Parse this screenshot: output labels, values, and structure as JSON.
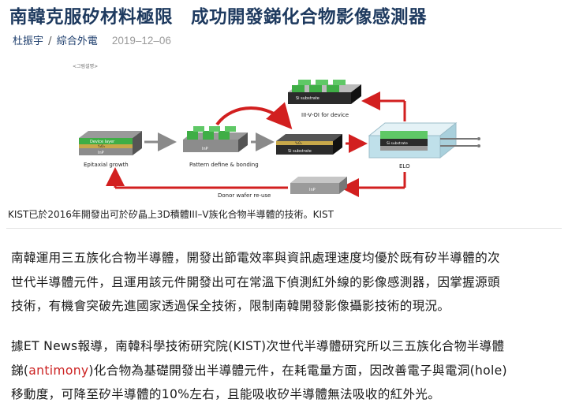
{
  "article": {
    "title": "南韓克服矽材料極限　成功開發銻化合物影像感測器",
    "author": "杜振宇",
    "separator": "/",
    "category": "綜合外電",
    "date": "2019–12–06"
  },
  "figure": {
    "tag": "<그림설명>",
    "layer_labels": {
      "device_layer": "Device layer",
      "y2o3": "Y₂O₃",
      "inp": "InP",
      "si_substrate": "Si substrate"
    },
    "step_labels": {
      "epitaxial": "Epitaxial growth",
      "pattern": "Pattern define & bonding",
      "elo": "ELO",
      "reuse": "Donor wafer re-use",
      "oi": "III-V-OI for device"
    },
    "colors": {
      "device_green": "#3fae46",
      "inp_gray": "#9a9a9a",
      "y2o3_tan": "#c8a84a",
      "si_dark": "#2b2b2b",
      "arrow_red": "#d21f1f",
      "arrow_gray": "#8a8a8a",
      "tank": "#bfe0ea"
    }
  },
  "caption": "KIST已於2016年開發出可於矽晶上3D積體III–V族化合物半導體的技術。KIST",
  "paragraph1": {
    "line1": "南韓運用三五族化合物半導體，開發出節電效率與資訊處理速度均優於既有矽半導體的次",
    "line2": "世代半導體元件，且運用該元件開發出可在常溫下偵測紅外線的影像感測器，因掌握源頭",
    "line3": "技術，有機會突破先進國家透過保全技術，限制南韓開發影像攝影技術的現況。"
  },
  "paragraph2": {
    "line1": "據ET News報導，南韓科學技術研究院(KIST)次世代半導體研究所以三五族化合物半導體",
    "line2_pre": "銻(",
    "line2_hl": "antimony",
    "line2_post": ")化合物為基礎開發出半導體元件，在耗電量方面，因改善電子與電洞(hole)",
    "line3": "移動度，可降至矽半導體的10%左右，且能吸收矽半導體無法吸收的紅外光。"
  }
}
